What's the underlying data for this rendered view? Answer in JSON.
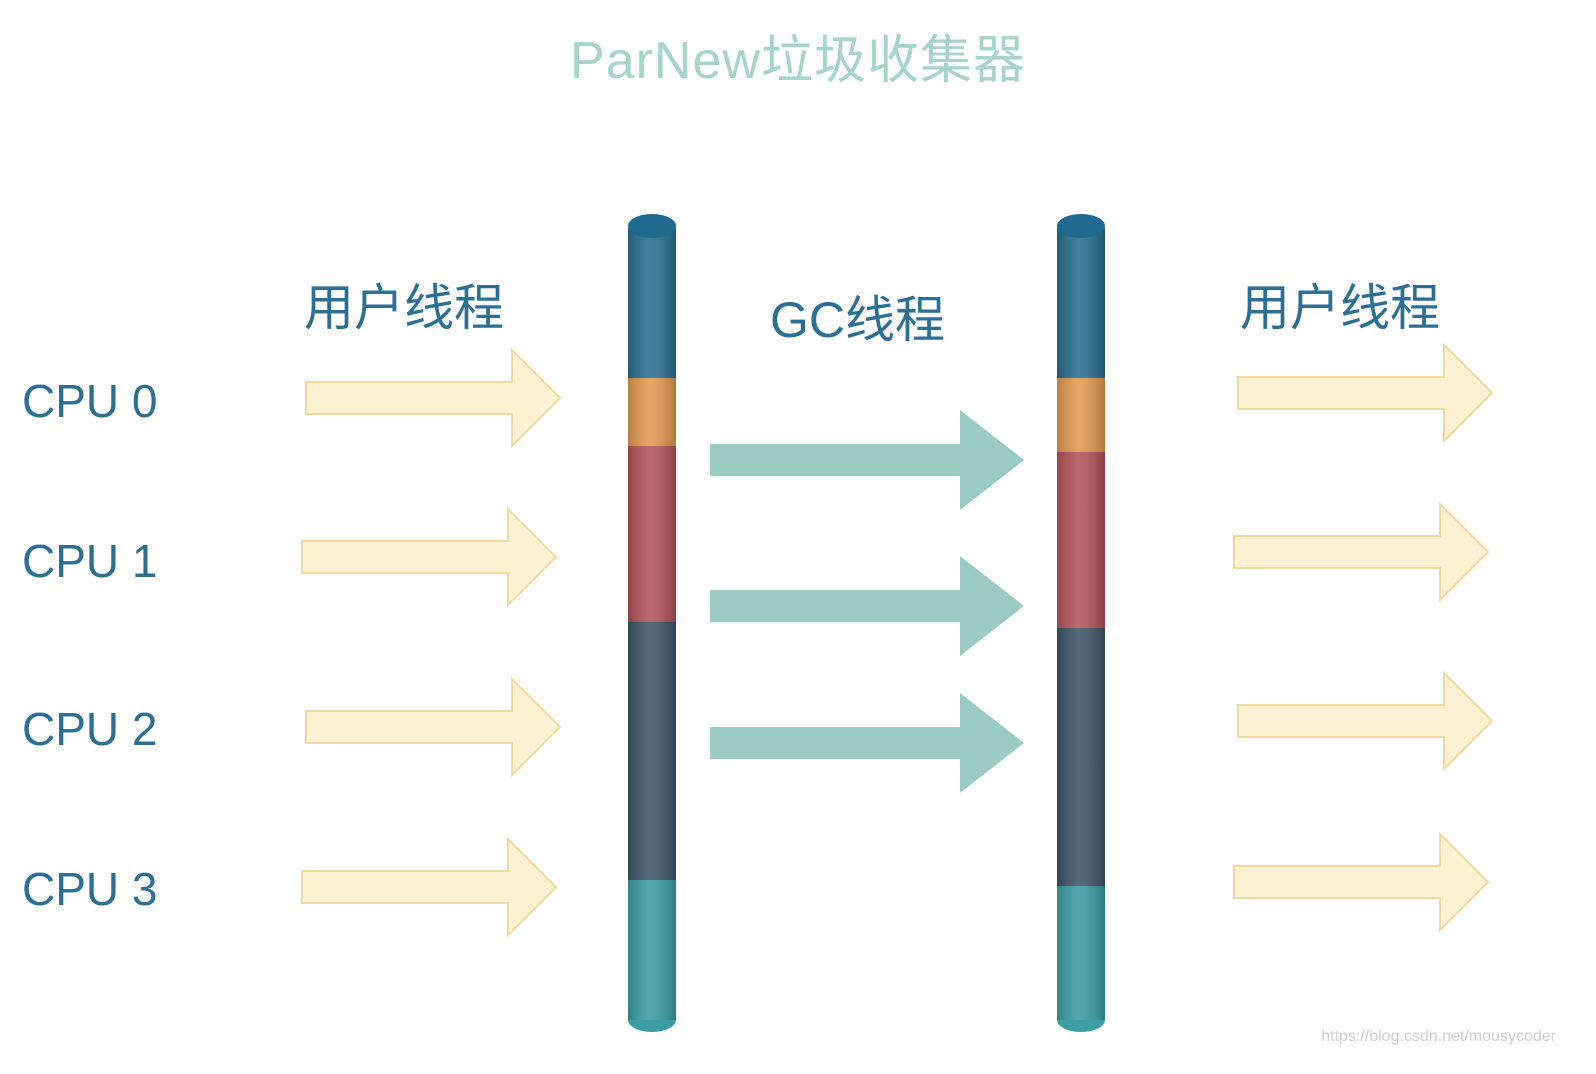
{
  "title": "ParNew垃圾收集器",
  "labels": {
    "user_threads_left": "用户线程",
    "gc_threads": "GC线程",
    "user_threads_right": "用户线程"
  },
  "cpus": [
    "CPU 0",
    "CPU 1",
    "CPU 2",
    "CPU 3"
  ],
  "watermark": "https://blog.csdn.net/mousycoder",
  "colors": {
    "title": "#a6d4cb",
    "label": "#2b6f94",
    "user_arrow_fill": "#fdf1d3",
    "user_arrow_stroke": "#f2d9a0",
    "gc_arrow": "#9ccbc3",
    "bar_segments": [
      "#2a6f91",
      "#e39a52",
      "#b5535a",
      "#3f5668",
      "#3a9ea3"
    ]
  },
  "gc_arrow_count": 3,
  "user_arrow_count_each_side": 4
}
